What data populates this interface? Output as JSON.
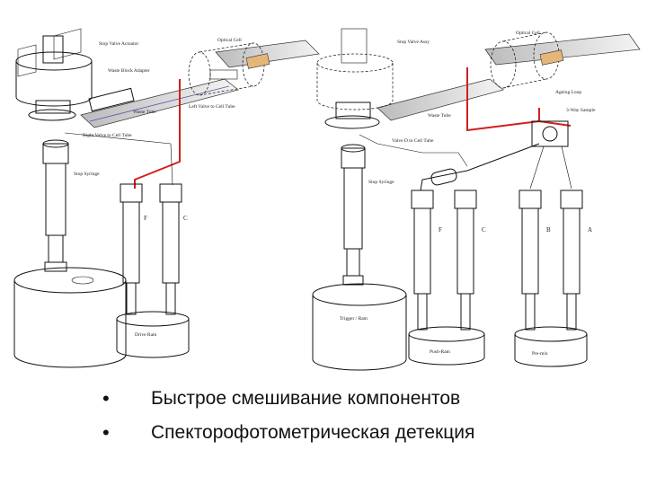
{
  "diagram": {
    "left": {
      "stop_valve_actuator": "Stop Valve Actuator",
      "optical_cell": "Optical Cell",
      "waste_block_adapter": "Waste Block Adapter",
      "waste_tube": "Waste Tube",
      "left_valve_to_cell_tube": "Left Valve to Cell Tube",
      "right_valve_to_cell_tube": "Right Valve to Cell Tube",
      "stop_syringe": "Stop Syringe",
      "syringe_f": "F",
      "syringe_c": "C",
      "drive_ram": "Drive Ram"
    },
    "right": {
      "stop_valve_assy": "Stop Valve Assy",
      "optical_cell": "Optical Cell",
      "ageing_loop": "Ageing Loop",
      "three_way_sample": "3-Way Sample",
      "waste_tube": "Waste Tube",
      "valve_d_to_cell_tube": "Valve D to Cell Tube",
      "stop_syringe": "Stop Syringe",
      "syringe_f": "F",
      "syringe_c": "C",
      "syringe_b": "B",
      "syringe_a": "A",
      "trigger_ram": "Trigger / Ram",
      "left_ram": "Push-Ram",
      "pre_mix": "Pre-mix"
    }
  },
  "bullets": [
    "Быстрое смешивание компонентов",
    "Спекторофотометрическая детекция"
  ]
}
